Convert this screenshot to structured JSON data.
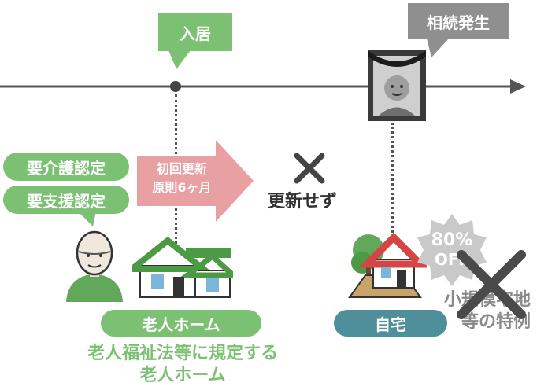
{
  "callouts": {
    "move_in": "入居",
    "inheritance": "相続発生"
  },
  "care": {
    "nursing_cert": "要介護認定",
    "support_cert": "要支援認定"
  },
  "renewal": {
    "line1": "初回更新",
    "line2": "原則6ヶ月",
    "not_renewed": "更新せず"
  },
  "labels": {
    "nursing_home": "老人ホーム",
    "own_home": "自宅",
    "bottom_line1": "老人福祉法等に規定する",
    "bottom_line2": "老人ホーム",
    "special_line1": "小規模宅地",
    "special_line2": "等の特例"
  },
  "badge": {
    "percent": "80%",
    "off": "OFF"
  },
  "colors": {
    "green": "#7cc173",
    "pink_arrow": "#e8a0a3",
    "gray_callout": "#8f8f8f",
    "teal": "#4f8f9c",
    "red_roof": "#d64545"
  }
}
